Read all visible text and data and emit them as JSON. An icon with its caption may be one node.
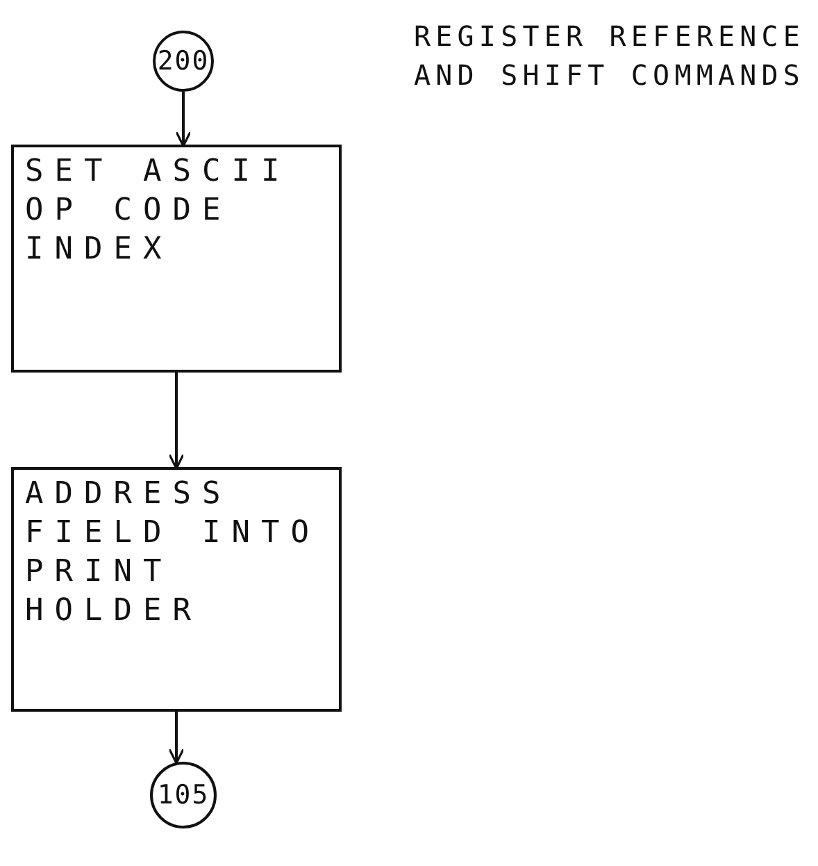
{
  "diagram": {
    "title": "REGISTER REFERENCE AND SHIFT COMMANDS",
    "nodes": [
      {
        "text": [
          "200"
        ]
      },
      {
        "text": [
          "SET ASCII OP CODE INDEX"
        ]
      },
      {
        "text": [
          "ADDRESS FIELD INTO PRINT HOLDER"
        ]
      },
      {
        "text": [
          "105"
        ]
      }
    ],
    "edges": [
      {
        "from": 0,
        "to": 1,
        "arrow": "to"
      },
      {
        "from": 1,
        "to": 2,
        "arrow": "to"
      },
      {
        "from": 2,
        "to": 3,
        "arrow": "to"
      }
    ]
  }
}
